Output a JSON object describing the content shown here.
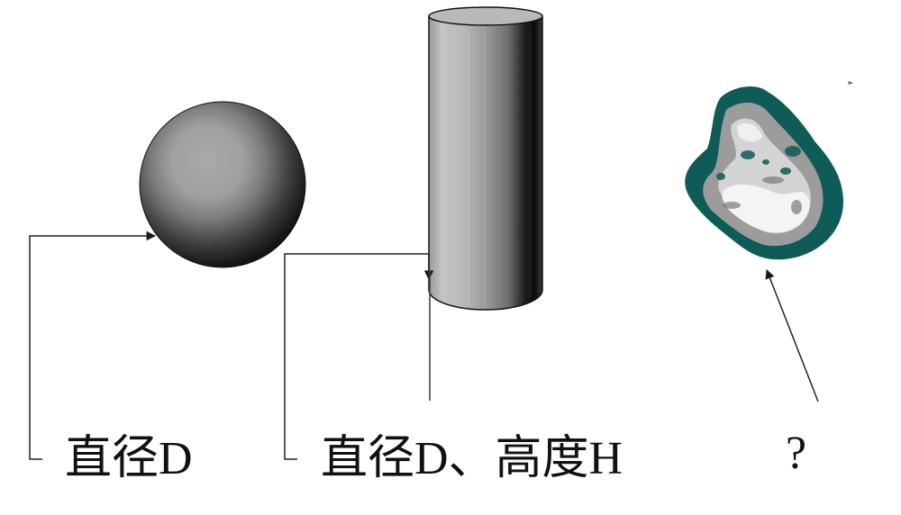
{
  "diagram": {
    "shapes": [
      {
        "id": "sphere",
        "name": "sphere",
        "label": "直径D",
        "measurements": [
          "直径D"
        ]
      },
      {
        "id": "cylinder",
        "name": "cylinder",
        "label": "直径D、高度H",
        "measurements": [
          "直径D",
          "高度H"
        ]
      },
      {
        "id": "irregular",
        "name": "irregular-particle",
        "label": "?",
        "measurements": []
      }
    ],
    "colors": {
      "background": "#ffffff",
      "line": "#222222",
      "sphere_light": "#a8a8a8",
      "sphere_dark": "#1a1a1a",
      "cylinder_light": "#c8c8c8",
      "cylinder_dark": "#0a0a0a",
      "particle_edge": "#0d5a56",
      "particle_gray": "#9a9a9a",
      "particle_light": "#d6d6d6"
    }
  },
  "labels": {
    "sphere": "直径D",
    "cylinder": "直径D、高度H",
    "irregular": "?"
  }
}
